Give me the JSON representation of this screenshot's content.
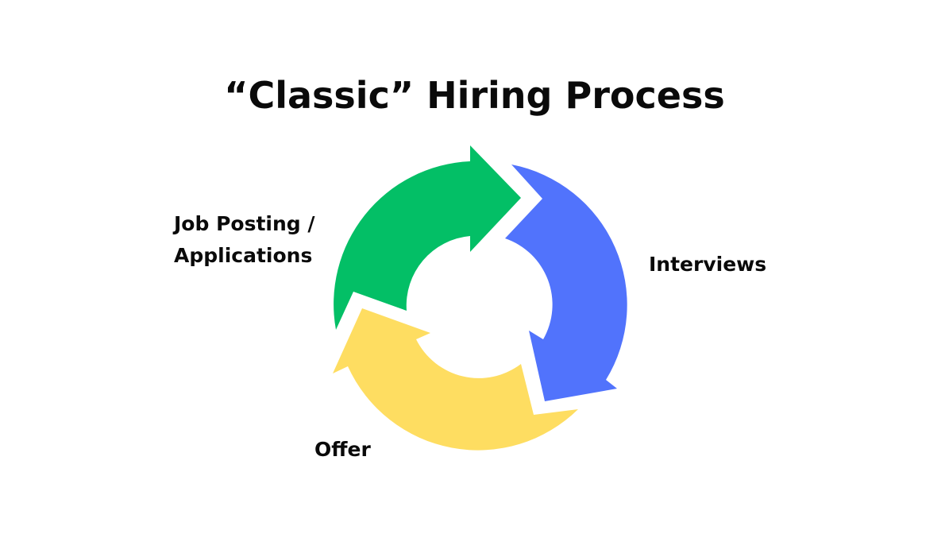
{
  "title": "“Classic” Hiring Process",
  "stages": [
    {
      "label_line1": "Job Posting /",
      "label_line2": "Applications",
      "color": "#03BF66"
    },
    {
      "label": "Interviews",
      "color": "#5173FC"
    },
    {
      "label": "Offer",
      "color": "#FEDD61"
    }
  ],
  "colors": {
    "background": "#FFFFFF",
    "text": "#0A0A0A"
  }
}
